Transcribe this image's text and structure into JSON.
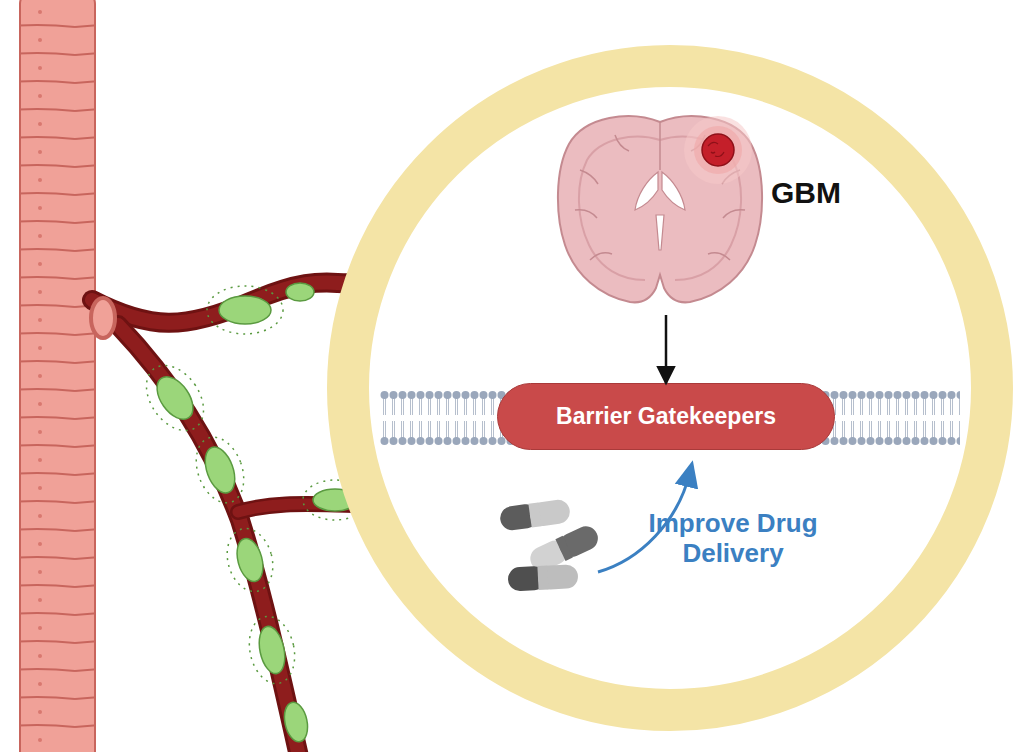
{
  "diagram": {
    "nodes": [
      {
        "text": [
          "GBM"
        ]
      },
      {
        "text": [
          "Barrier Gatekeepers"
        ]
      }
    ],
    "edges": [
      {
        "from": 0,
        "to": 1,
        "arrow": "to"
      }
    ],
    "labels": [
      "Improve Drug Delivery"
    ]
  }
}
